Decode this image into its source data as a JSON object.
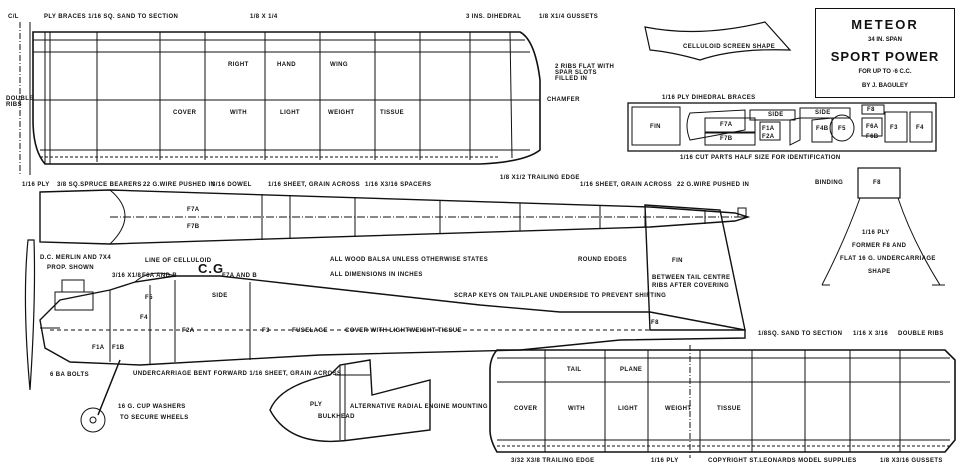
{
  "title_block": {
    "name": "METEOR",
    "span": "34 IN. SPAN",
    "type": "SPORT POWER",
    "engine": "FOR UP TO  ·6 C.C.",
    "author": "BY   J. BAGULEY"
  },
  "wing": {
    "top_labels": [
      "C/L",
      "PLY BRACES 1/16 SQ. SAND TO SECTION",
      "1/8 X 1/4",
      "3 INS. DIHEDRAL",
      "1/8 X1/4 GUSSETS"
    ],
    "double_ribs": "DOUBLE RIBS",
    "inner": [
      "RIGHT",
      "HAND",
      "WING"
    ],
    "cover": [
      "COVER",
      "WITH",
      "LIGHT",
      "WEIGHT",
      "TISSUE"
    ],
    "ribs_flat": "2 RIBS FLAT WITH SPAR SLOTS FILLED IN",
    "chamfer": "CHAMFER",
    "trailing": "1/8 X1/2 TRAILING EDGE"
  },
  "screen": {
    "label": "CELLULOID SCREEN SHAPE"
  },
  "parts": {
    "header": "1/16 PLY DIHEDRAL BRACES",
    "side1": "SIDE",
    "side2": "SIDE",
    "fin": "FIN",
    "f7a": "F7A",
    "f7b": "F7B",
    "f1a": "F1A",
    "f2a": "F2A",
    "f4b": "F4B",
    "f5": "F5",
    "f6a": "F6A",
    "f6b": "F6B",
    "f3": "F3",
    "f4": "F4",
    "f8": "F8",
    "footer": "1/16 CUT PARTS HALF SIZE FOR IDENTIFICATION"
  },
  "fuselage_top": {
    "l1": "1/16 PLY",
    "l2": "3/8 SQ.SPRUCE BEARERS",
    "l3": "22 G.WIRE PUSHED IN",
    "l4": "3/16 DOWEL",
    "l5": "1/16 SHEET, GRAIN ACROSS",
    "l6": "1/16 X3/16 SPACERS",
    "l7": "1/16 SHEET, GRAIN ACROSS",
    "l8": "22 G.WIRE PUSHED IN",
    "f7a": "F7A",
    "f7b": "F7B"
  },
  "former": {
    "binding": "BINDING",
    "f8": "F8",
    "text": [
      "1/16  PLY",
      "FORMER F8 AND",
      "FLAT 16 G. UNDERCARRIAGE",
      "SHAPE"
    ]
  },
  "side_view": {
    "engine": [
      "D.C. MERLIN AND 7X4",
      "PROP. SHOWN"
    ],
    "celluloid": "LINE OF CELLULOID",
    "cg": "C.G",
    "f6ab": "F6A AND B",
    "f7ab": "F7A AND B",
    "f1b": "3/16 X1/8",
    "notes": [
      "ALL WOOD BALSA UNLESS OTHERWISE STATES",
      "ALL DIMENSIONS IN INCHES"
    ],
    "round": "ROUND EDGES",
    "fin": "FIN",
    "between": [
      "BETWEEN TAIL CENTRE",
      "RIBS AFTER COVERING"
    ],
    "scrap": "SCRAP KEYS ON TAILPLANE UNDERSIDE TO PREVENT SHIFTING",
    "side": "SIDE",
    "fuse": [
      "F3",
      "FUSELAGE",
      "COVER WITH LIGHTWEIGHT TISSUE"
    ],
    "f2a": "F2A",
    "f1a": "F1A",
    "f1b2": "F1B",
    "f4": "F4",
    "f5": "F5",
    "f8": "F8",
    "bolts": "6 BA BOLTS",
    "uc": "UNDERCARRIAGE BENT FORWARD 1/16 SHEET, GRAIN ACROSS",
    "washers": [
      "16 G. CUP WASHERS",
      "TO SECURE WHEELS"
    ]
  },
  "radial": {
    "ply": "PLY",
    "bulkhead": "BULKHEAD",
    "label": "ALTERNATIVE RADIAL ENGINE MOUNTING"
  },
  "tailplane": {
    "top": [
      "1/8SQ. SAND TO SECTION",
      "1/16 X 3/16",
      "DOUBLE RIBS"
    ],
    "inner": [
      "TAIL",
      "PLANE"
    ],
    "cover": [
      "COVER",
      "WITH",
      "LIGHT",
      "WEIGHT",
      "TISSUE"
    ],
    "bottom": [
      "3/32 X3/8 TRAILING EDGE",
      "1/16 PLY",
      "COPYRIGHT   ST.LEONARDS MODEL SUPPLIES",
      "1/8 X3/16 GUSSETS"
    ]
  }
}
